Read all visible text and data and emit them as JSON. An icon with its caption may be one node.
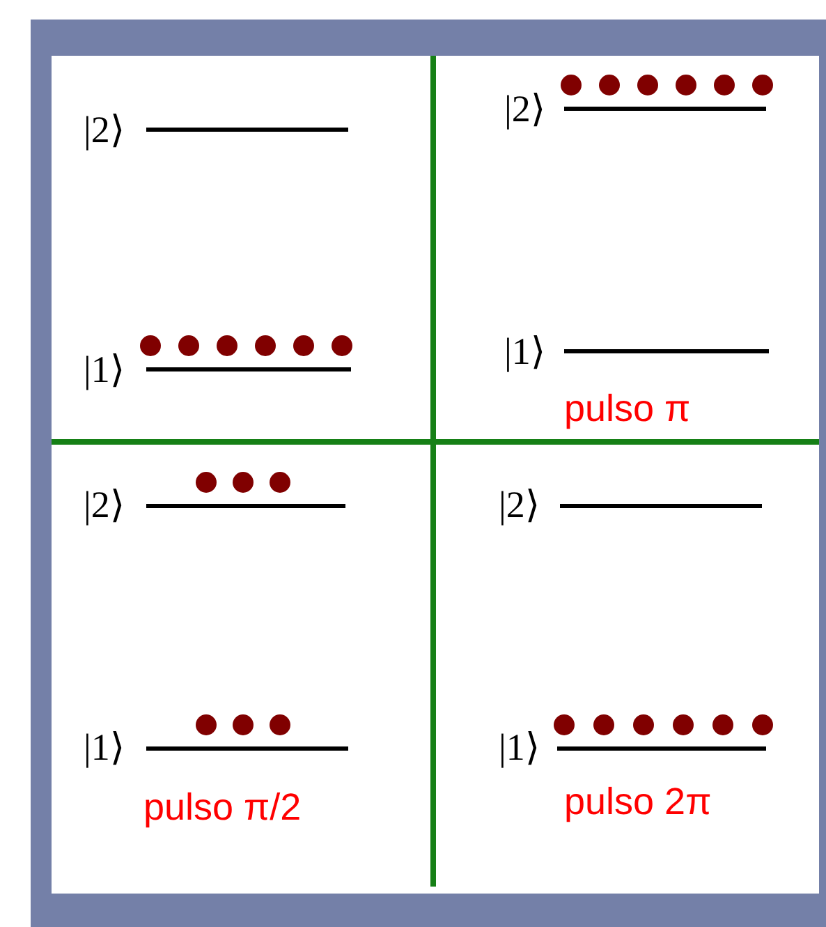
{
  "diagram": {
    "labels": [
      "|2⟩",
      "|1⟩",
      "|2⟩",
      "|1⟩",
      "pulso π",
      "|2⟩",
      "|1⟩",
      "pulso π/2",
      "|2⟩",
      "|1⟩",
      "pulso 2π"
    ]
  }
}
